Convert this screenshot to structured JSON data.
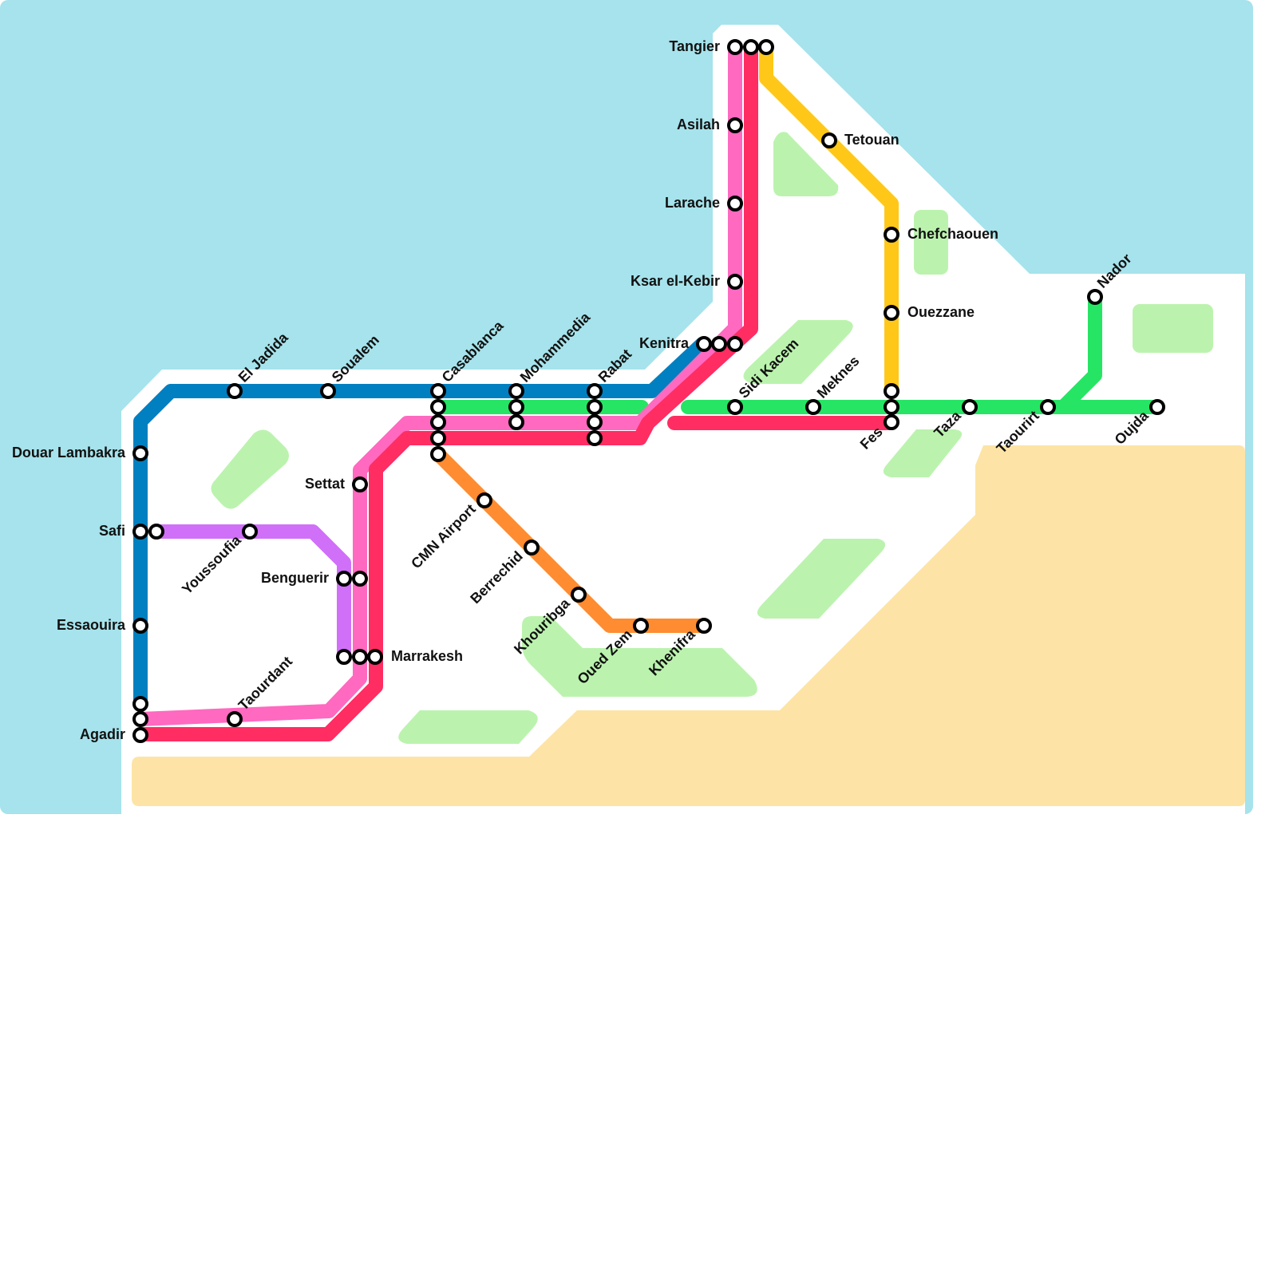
{
  "colors": {
    "water": "#a6e3ec",
    "land": "#ffffff",
    "desert": "#fde4a6",
    "park": "#bbf3ae",
    "line_blue": "#0080c0",
    "line_pink": "#ff69c0",
    "line_red": "#ff2d62",
    "line_green": "#26e564",
    "line_orange": "#ff8c30",
    "line_yellow": "#ffc818",
    "line_purple": "#d070f8"
  },
  "stations": {
    "tangier": "Tangier",
    "asilah": "Asilah",
    "larache": "Larache",
    "ksar_el_kebir": "Ksar el-Kebir",
    "kenitra": "Kenitra",
    "tetouan": "Tetouan",
    "chefchaouen": "Chefchaouen",
    "ouezzane": "Ouezzane",
    "nador": "Nador",
    "sidi_kacem": "Sidi Kacem",
    "meknes": "Meknes",
    "fes": "Fes",
    "taza": "Taza",
    "taourirt": "Taourirt",
    "oujda": "Oujda",
    "el_jadida": "El Jadida",
    "soualem": "Soualem",
    "casablanca": "Casablanca",
    "mohammedia": "Mohammedia",
    "rabat": "Rabat",
    "douar_lambakra": "Douar Lambakra",
    "safi": "Safi",
    "youssoufia": "Youssoufia",
    "settat": "Settat",
    "cmn_airport": "CMN Airport",
    "berrechid": "Berrechid",
    "benguerir": "Benguerir",
    "khouribga": "Khouribga",
    "oued_zem": "Oued Zem",
    "khenifra": "Khenifra",
    "marrakesh": "Marrakesh",
    "essaouira": "Essaouira",
    "taourdant": "Taourdant",
    "agadir": "Agadir"
  }
}
